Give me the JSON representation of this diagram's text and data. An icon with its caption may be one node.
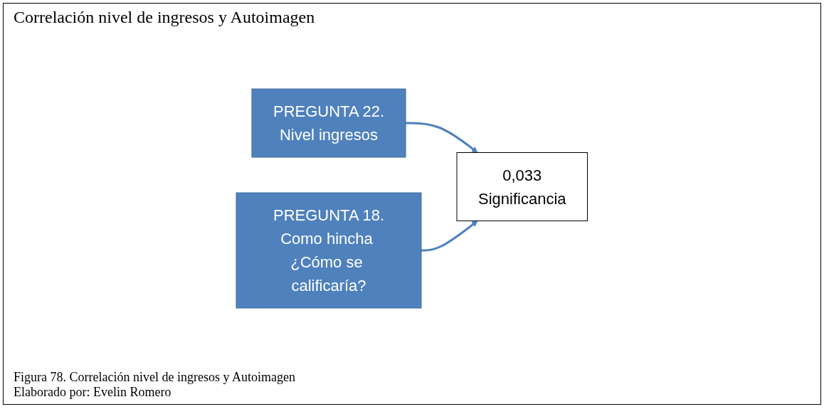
{
  "diagram": {
    "title": "Correlación nivel de ingresos y Autoimagen",
    "caption": "Figura 78. Correlación nivel de ingresos y Autoimagen",
    "nodes": [
      {
        "text": [
          "PREGUNTA 22.",
          "Nivel ingresos"
        ]
      },
      {
        "text": [
          "0,033",
          "Significancia"
        ]
      },
      {
        "text": [
          "PREGUNTA 18.",
          "Como hincha ¿Cómo se calificaría?"
        ]
      }
    ],
    "edges": [
      {
        "from": 0,
        "to": 1,
        "arrow": "to"
      },
      {
        "from": 2,
        "to": 1,
        "arrow": "to"
      }
    ],
    "labels": [
      "Elaborado por: Evelin Romero"
    ]
  }
}
